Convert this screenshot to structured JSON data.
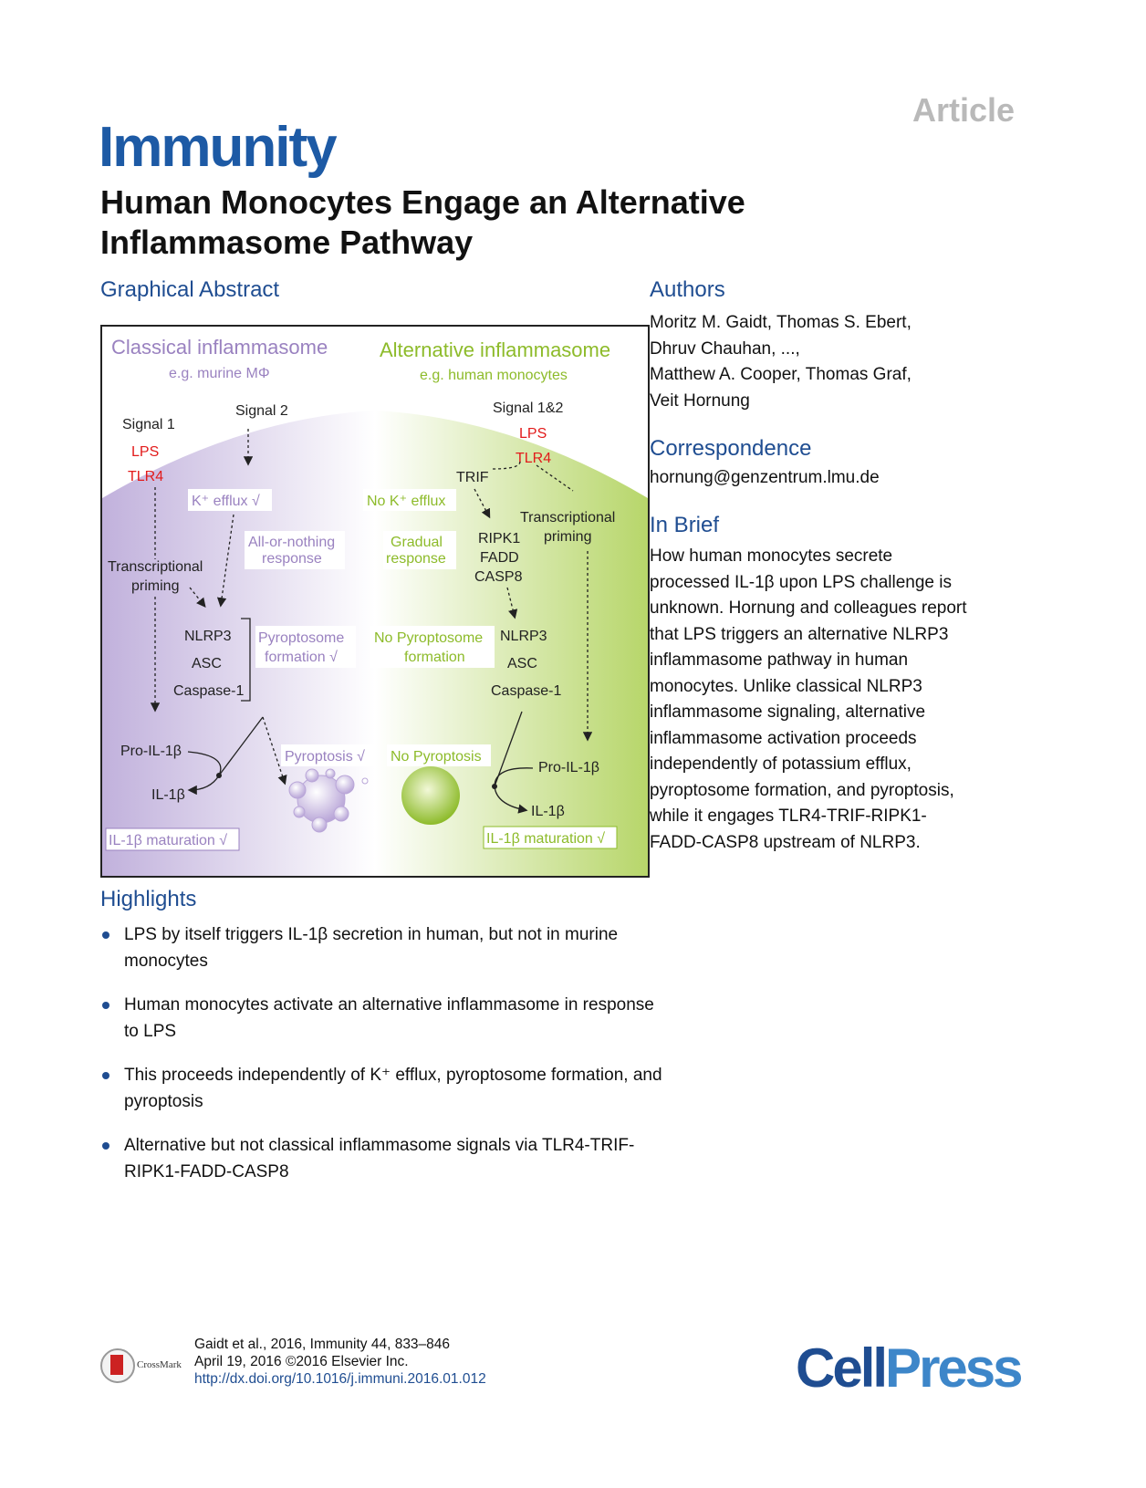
{
  "header": {
    "label": "Article",
    "journal": "Immunity"
  },
  "title": "Human Monocytes Engage an Alternative Inflammasome Pathway",
  "graphical_abstract": {
    "heading": "Graphical Abstract",
    "classical": {
      "title": "Classical inflammasome",
      "subtitle": "e.g. murine MΦ",
      "signal1": "Signal 1",
      "signal2": "Signal 2",
      "lps": "LPS",
      "tlr4": "TLR4",
      "k_efflux": "K⁺ efflux √",
      "all_or_nothing_1": "All-or-nothing",
      "all_or_nothing_2": "response",
      "transcriptional_1": "Transcriptional",
      "transcriptional_2": "priming",
      "nlrp3": "NLRP3",
      "asc": "ASC",
      "caspase": "Caspase-1",
      "pyroptosome_1": "Pyroptosome",
      "pyroptosome_2": "formation √",
      "pyroptosis": "Pyroptosis √",
      "pro_il": "Pro-IL-1β",
      "il": "IL-1β",
      "maturation": "IL-1β maturation √"
    },
    "alternative": {
      "title": "Alternative inflammasome",
      "subtitle": "e.g. human monocytes",
      "signal": "Signal 1&2",
      "lps": "LPS",
      "tlr4": "TLR4",
      "trif": "TRIF",
      "no_k_efflux": "No K⁺ efflux",
      "transcriptional_1": "Transcriptional",
      "transcriptional_2": "priming",
      "gradual_1": "Gradual",
      "gradual_2": "response",
      "ripk1": "RIPK1",
      "fadd": "FADD",
      "casp8": "CASP8",
      "nlrp3": "NLRP3",
      "asc": "ASC",
      "caspase": "Caspase-1",
      "no_pyroptosome_1": "No Pyroptosome",
      "no_pyroptosome_2": "formation",
      "no_pyroptosis": "No Pyroptosis",
      "pro_il": "Pro-IL-1β",
      "il": "IL-1β",
      "maturation": "IL-1β maturation √"
    },
    "colors": {
      "classical": "#9a82c0",
      "alternative": "#8dbb2a",
      "red": "#e21b1b"
    }
  },
  "authors": {
    "heading": "Authors",
    "line1": "Moritz M. Gaidt, Thomas S. Ebert,",
    "line2": "Dhruv Chauhan, ...,",
    "line3": "Matthew A. Cooper, Thomas Graf,",
    "line4": "Veit Hornung"
  },
  "correspondence": {
    "heading": "Correspondence",
    "email": "hornung@genzentrum.lmu.de"
  },
  "in_brief": {
    "heading": "In Brief",
    "lines": [
      "How human monocytes secrete",
      "processed IL-1β upon LPS challenge is",
      "unknown. Hornung and colleagues report",
      "that LPS triggers an alternative NLRP3",
      "inflammasome pathway in human",
      "monocytes. Unlike classical NLRP3",
      "inflammasome signaling, alternative",
      "inflammasome activation proceeds",
      "independently of potassium efflux,",
      "pyroptosome formation, and pyroptosis,",
      "while it engages TLR4-TRIF-RIPK1-",
      "FADD-CASP8 upstream of NLRP3."
    ]
  },
  "highlights": {
    "heading": "Highlights",
    "items": [
      "LPS by itself triggers IL-1β secretion in human, but not in murine monocytes",
      "Human monocytes activate an alternative inflammasome in response to LPS",
      "This proceeds independently of K⁺ efflux, pyroptosome formation, and pyroptosis",
      "Alternative but not classical inflammasome signals via TLR4-TRIF-RIPK1-FADD-CASP8"
    ]
  },
  "citation": {
    "line1": "Gaidt et al., 2016, Immunity 44, 833–846",
    "line2": "April 19, 2016 ©2016 Elsevier Inc.",
    "doi": "http://dx.doi.org/10.1016/j.immuni.2016.01.012"
  },
  "crossmark": "CrossMark",
  "publisher": {
    "part1": "Cell",
    "part2": "Press"
  }
}
